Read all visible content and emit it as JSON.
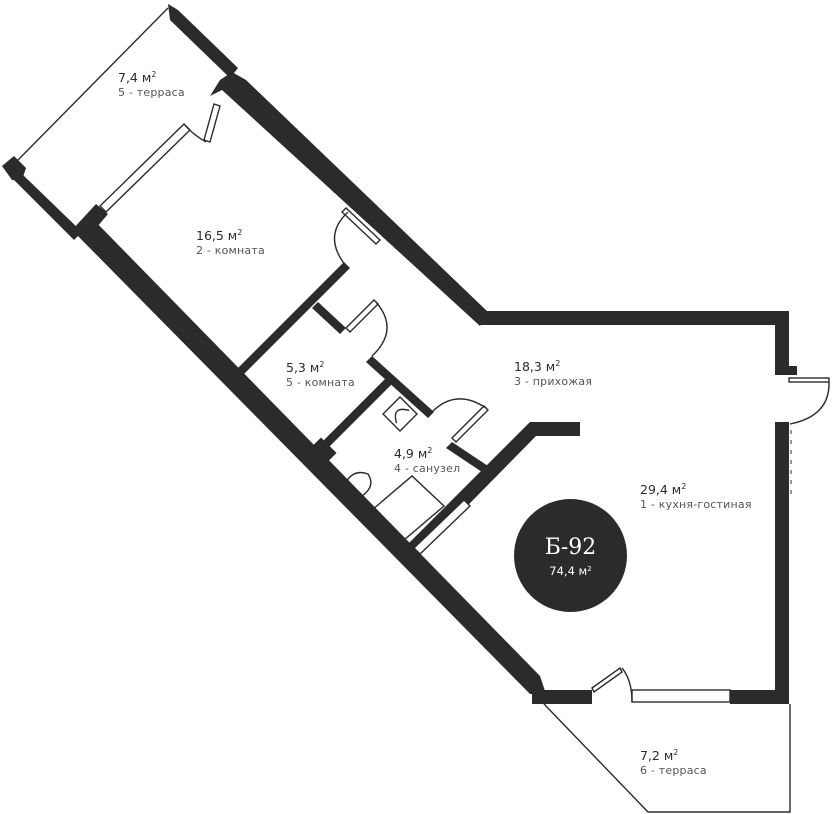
{
  "plan": {
    "unit": {
      "code": "Б-92",
      "total_area_value": "74,4 м",
      "total_area_sup": "2"
    },
    "rooms": [
      {
        "id": "terrace-5",
        "area": "7,4 м",
        "sup": "2",
        "name": "5 - терраса"
      },
      {
        "id": "room-2",
        "area": "16,5 м",
        "sup": "2",
        "name": "2 - комната"
      },
      {
        "id": "room-5",
        "area": "5,3 м",
        "sup": "2",
        "name": "5 - комната"
      },
      {
        "id": "hallway-3",
        "area": "18,3 м",
        "sup": "2",
        "name": "3 - прихожая"
      },
      {
        "id": "bathroom-4",
        "area": "4,9 м",
        "sup": "2",
        "name": "4 - санузел"
      },
      {
        "id": "kitchen-living-1",
        "area": "29,4 м",
        "sup": "2",
        "name": "1 - кухня-гостиная"
      },
      {
        "id": "terrace-6",
        "area": "7,2 м",
        "sup": "2",
        "name": "6 - терраса"
      }
    ],
    "colors": {
      "wall": "#2b2b2b",
      "background": "#ffffff",
      "label_text": "#2b2b2b",
      "sublabel_text": "#555555"
    }
  }
}
